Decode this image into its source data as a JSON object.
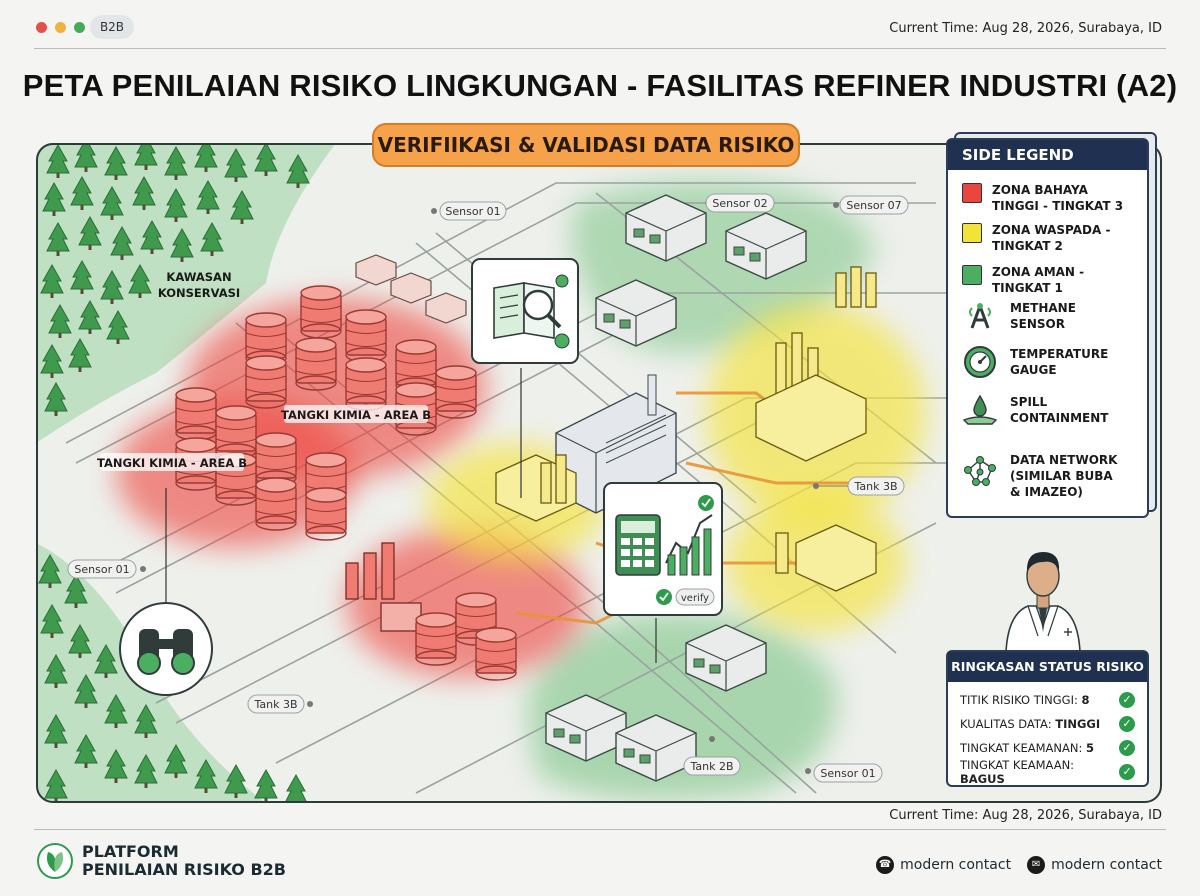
{
  "header": {
    "tag": "B2B",
    "time": "Current Time: Aug 28, 2026, Surabaya, ID",
    "title": "PETA PENILAIAN RISIKO LINGKUNGAN - FASILITAS REFINER INDUSTRI (A2)"
  },
  "banner": "VERIFIIKASI & VALIDASI DATA RISIKO",
  "map": {
    "forest_label_1": "KAWASAN",
    "forest_label_2": "KONSERVASI",
    "tank_area_1": "TANGKI KIMIA - AREA B",
    "tank_area_2": "TANGKI KIMIA - AREA B",
    "pins": {
      "sensor_01_top": "Sensor 01",
      "sensor_02": "Sensor 02",
      "sensor_07": "Sensor 07",
      "sensor_01_left": "Sensor 01",
      "tank_3b_left": "Tank 3B",
      "tank_3b_right": "Tank 3B",
      "tank_2b": "Tank 2B",
      "sensor_01_bottom": "Sensor 01"
    },
    "verify_label": "verify"
  },
  "legend": {
    "title": "SIDE LEGEND",
    "items": [
      {
        "label": "ZONA BAHAYA TINGGI - TINGKAT 3",
        "color": "#e8463f"
      },
      {
        "label": "ZONA WASPADA - TINGKAT 2",
        "color": "#f2e23a"
      },
      {
        "label": "ZONA AMAN - TINGKAT 1",
        "color": "#4cae61"
      },
      {
        "label": "METHANE SENSOR",
        "icon": "methane-sensor-icon"
      },
      {
        "label": "TEMPERATURE GAUGE",
        "icon": "temperature-gauge-icon"
      },
      {
        "label": "SPILL CONTAINMENT",
        "icon": "spill-containment-icon"
      },
      {
        "label": "DATA NETWORK (SIMILAR BUBA & IMAZEO)",
        "icon": "data-network-icon"
      }
    ]
  },
  "status": {
    "title": "RINGKASAN STATUS RISIKO",
    "rows": [
      {
        "label": "TITIK RISIKO TINGGI:",
        "value": "8"
      },
      {
        "label": "KUALITAS DATA:",
        "value": "TINGGI"
      },
      {
        "label": "TINGKAT KEAMANAN:",
        "value": "5"
      },
      {
        "label": "TINGKAT KEAMAAN:",
        "value": "BAGUS"
      }
    ]
  },
  "footer": {
    "time": "Current Time: Aug 28, 2026, Surabaya, ID",
    "brand_line1": "PLATFORM",
    "brand_line2": "PENILAIAN RISIKO B2B",
    "contact_phone": "modern contact",
    "contact_mail": "modern contact"
  },
  "colors": {
    "danger": "#e8463f",
    "warning": "#f2e23a",
    "safe": "#4cae61",
    "accent": "#f6a24a",
    "navy": "#1f3050"
  }
}
